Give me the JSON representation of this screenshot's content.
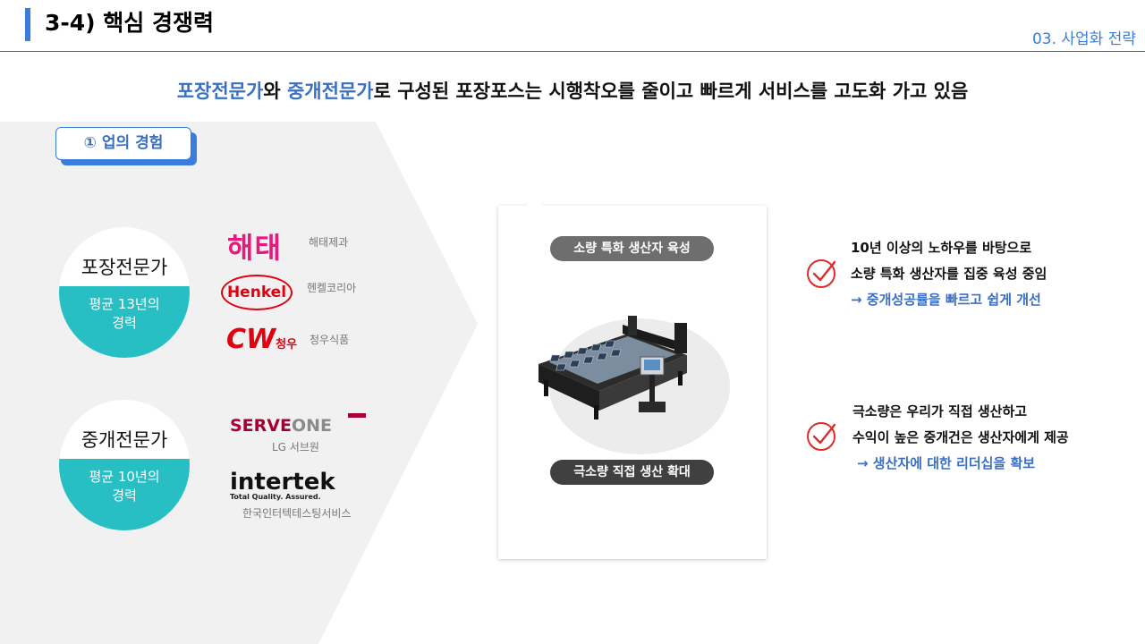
{
  "header": {
    "title": "3-4) 핵심 경쟁력",
    "section": "03. 사업화 전략"
  },
  "headline": {
    "part1": "포장전문가",
    "part2": "와 ",
    "part3": "중개전문가",
    "part4": "로 구성된 포장포스는 시행착오를 줄이고 빠르게 서비스를 고도화 가고 있음"
  },
  "experience": {
    "label": "① 업의 경험",
    "experts": [
      {
        "title": "포장전문가",
        "line1": "평균 13년의",
        "line2": "경력"
      },
      {
        "title": "중개전문가",
        "line1": "평균 10년의",
        "line2": "경력"
      }
    ],
    "packaging_companies": [
      {
        "logo": "해태",
        "name": "해태제과"
      },
      {
        "logo": "Henkel",
        "name": "헨켈코리아"
      },
      {
        "logo": "CW",
        "logo_sub": "청우",
        "name": "청우식품"
      }
    ],
    "brokerage_companies": [
      {
        "logo": "SERVEONE",
        "logo_a": "SERVE",
        "logo_b": "ONE",
        "name": "LG 서브원"
      },
      {
        "logo": "intertek",
        "tagline": "Total Quality. Assured.",
        "name": "한국인터텍테스팅서비스"
      }
    ]
  },
  "center_card": {
    "pill_top": "소량 특화 생산자 육성",
    "pill_bottom": "극소량 직접 생산 확대",
    "image": "cutting-machine"
  },
  "points": [
    {
      "line1": "10년 이상의 노하우를 바탕으로",
      "line2": "소량 특화 생산자를 집중 육성 중임",
      "line3": "→ 중개성공률을 빠르고 쉽게 개선"
    },
    {
      "line1": "극소량은 우리가 직접 생산하고",
      "line2": "수익이 높은 중개건은 생산자에게 제공",
      "line3": "→ 생산자에 대한 리더십을 확보"
    }
  ],
  "colors": {
    "accent_blue": "#3b7ddd",
    "teal": "#27bfc3",
    "check_red": "#e02a2a",
    "haitai_pink": "#e8197d",
    "henkel_red": "#e1000f",
    "serveone_red": "#a50034"
  }
}
